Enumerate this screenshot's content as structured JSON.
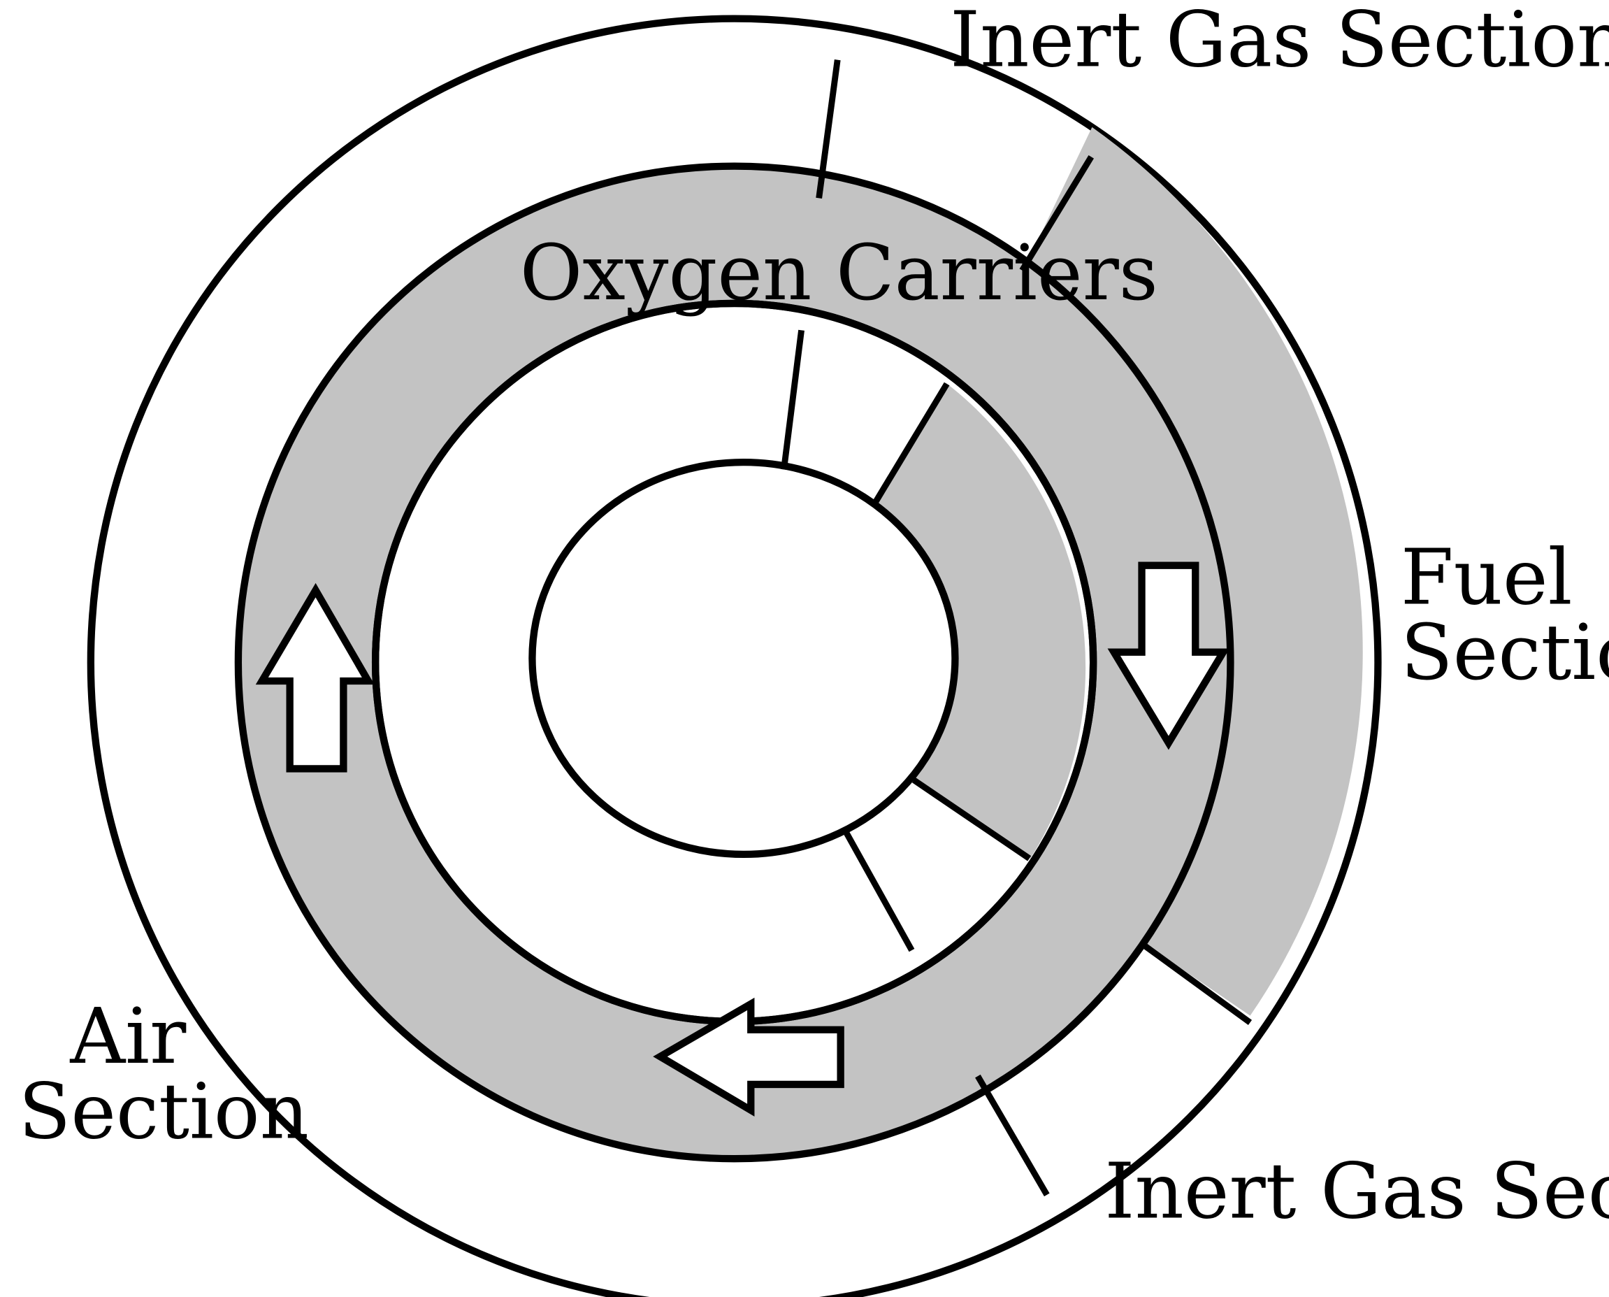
{
  "labels": {
    "inert_gas_top": "Inert Gas Section",
    "inert_gas_bottom": "Inert Gas Section",
    "fuel_line1": "Fuel",
    "fuel_line2": "Section",
    "air_line1": "Air",
    "air_line2": "Section",
    "oxygen_carriers": "Oxygen Carriers"
  },
  "colors": {
    "carrier_fill": "#c3c3c3",
    "line": "#000000",
    "background": "#ffffff"
  }
}
